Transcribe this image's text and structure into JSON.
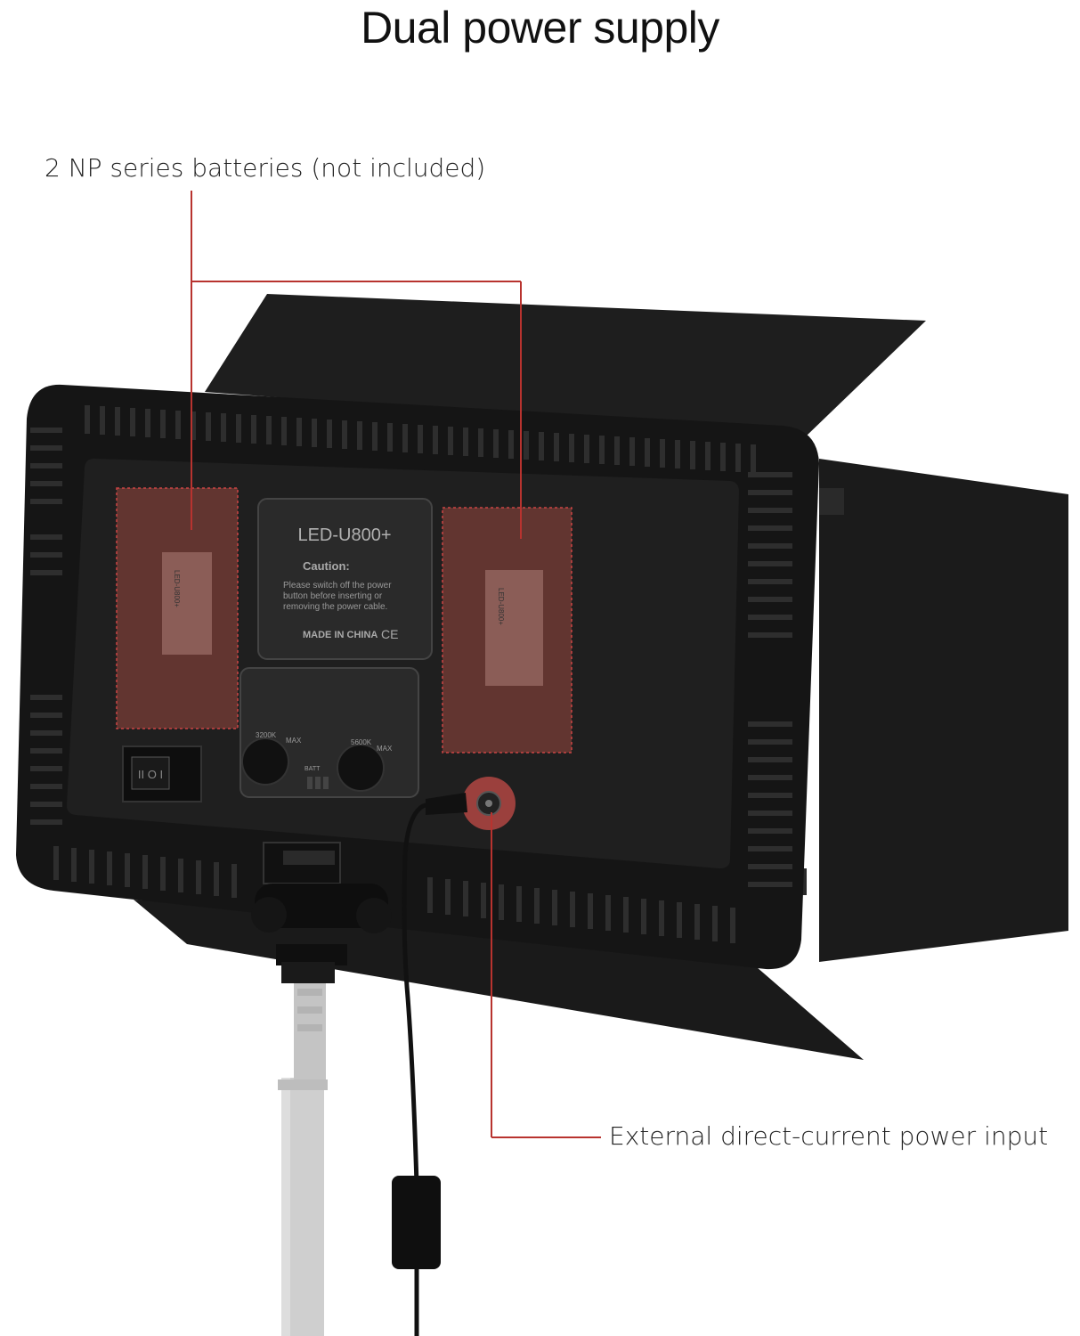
{
  "title": "Dual power supply",
  "callouts": {
    "batteries": "2 NP series batteries (not included)",
    "dc_input": "External direct-current power input"
  },
  "device": {
    "model": "LED-U800+",
    "caution_heading": "Caution:",
    "caution_line1": "Please switch off the power",
    "caution_line2": "button before inserting or",
    "caution_line3": "removing the power cable.",
    "made_in": "MADE IN CHINA",
    "ce_mark": "CE",
    "knob1_label": "3200K",
    "knob1_max": "MAX",
    "knob2_label": "5600K",
    "knob2_max": "MAX",
    "batt_label": "BATT",
    "switch_label": "II O I",
    "battery_sticker": "LED-U800+"
  },
  "colors": {
    "callout_line": "#b8332f",
    "highlight_fill": "#a3473f",
    "panel": "#1c1c1c",
    "barndoor": "#1a1a1a",
    "stand": "#c9c9c9"
  }
}
